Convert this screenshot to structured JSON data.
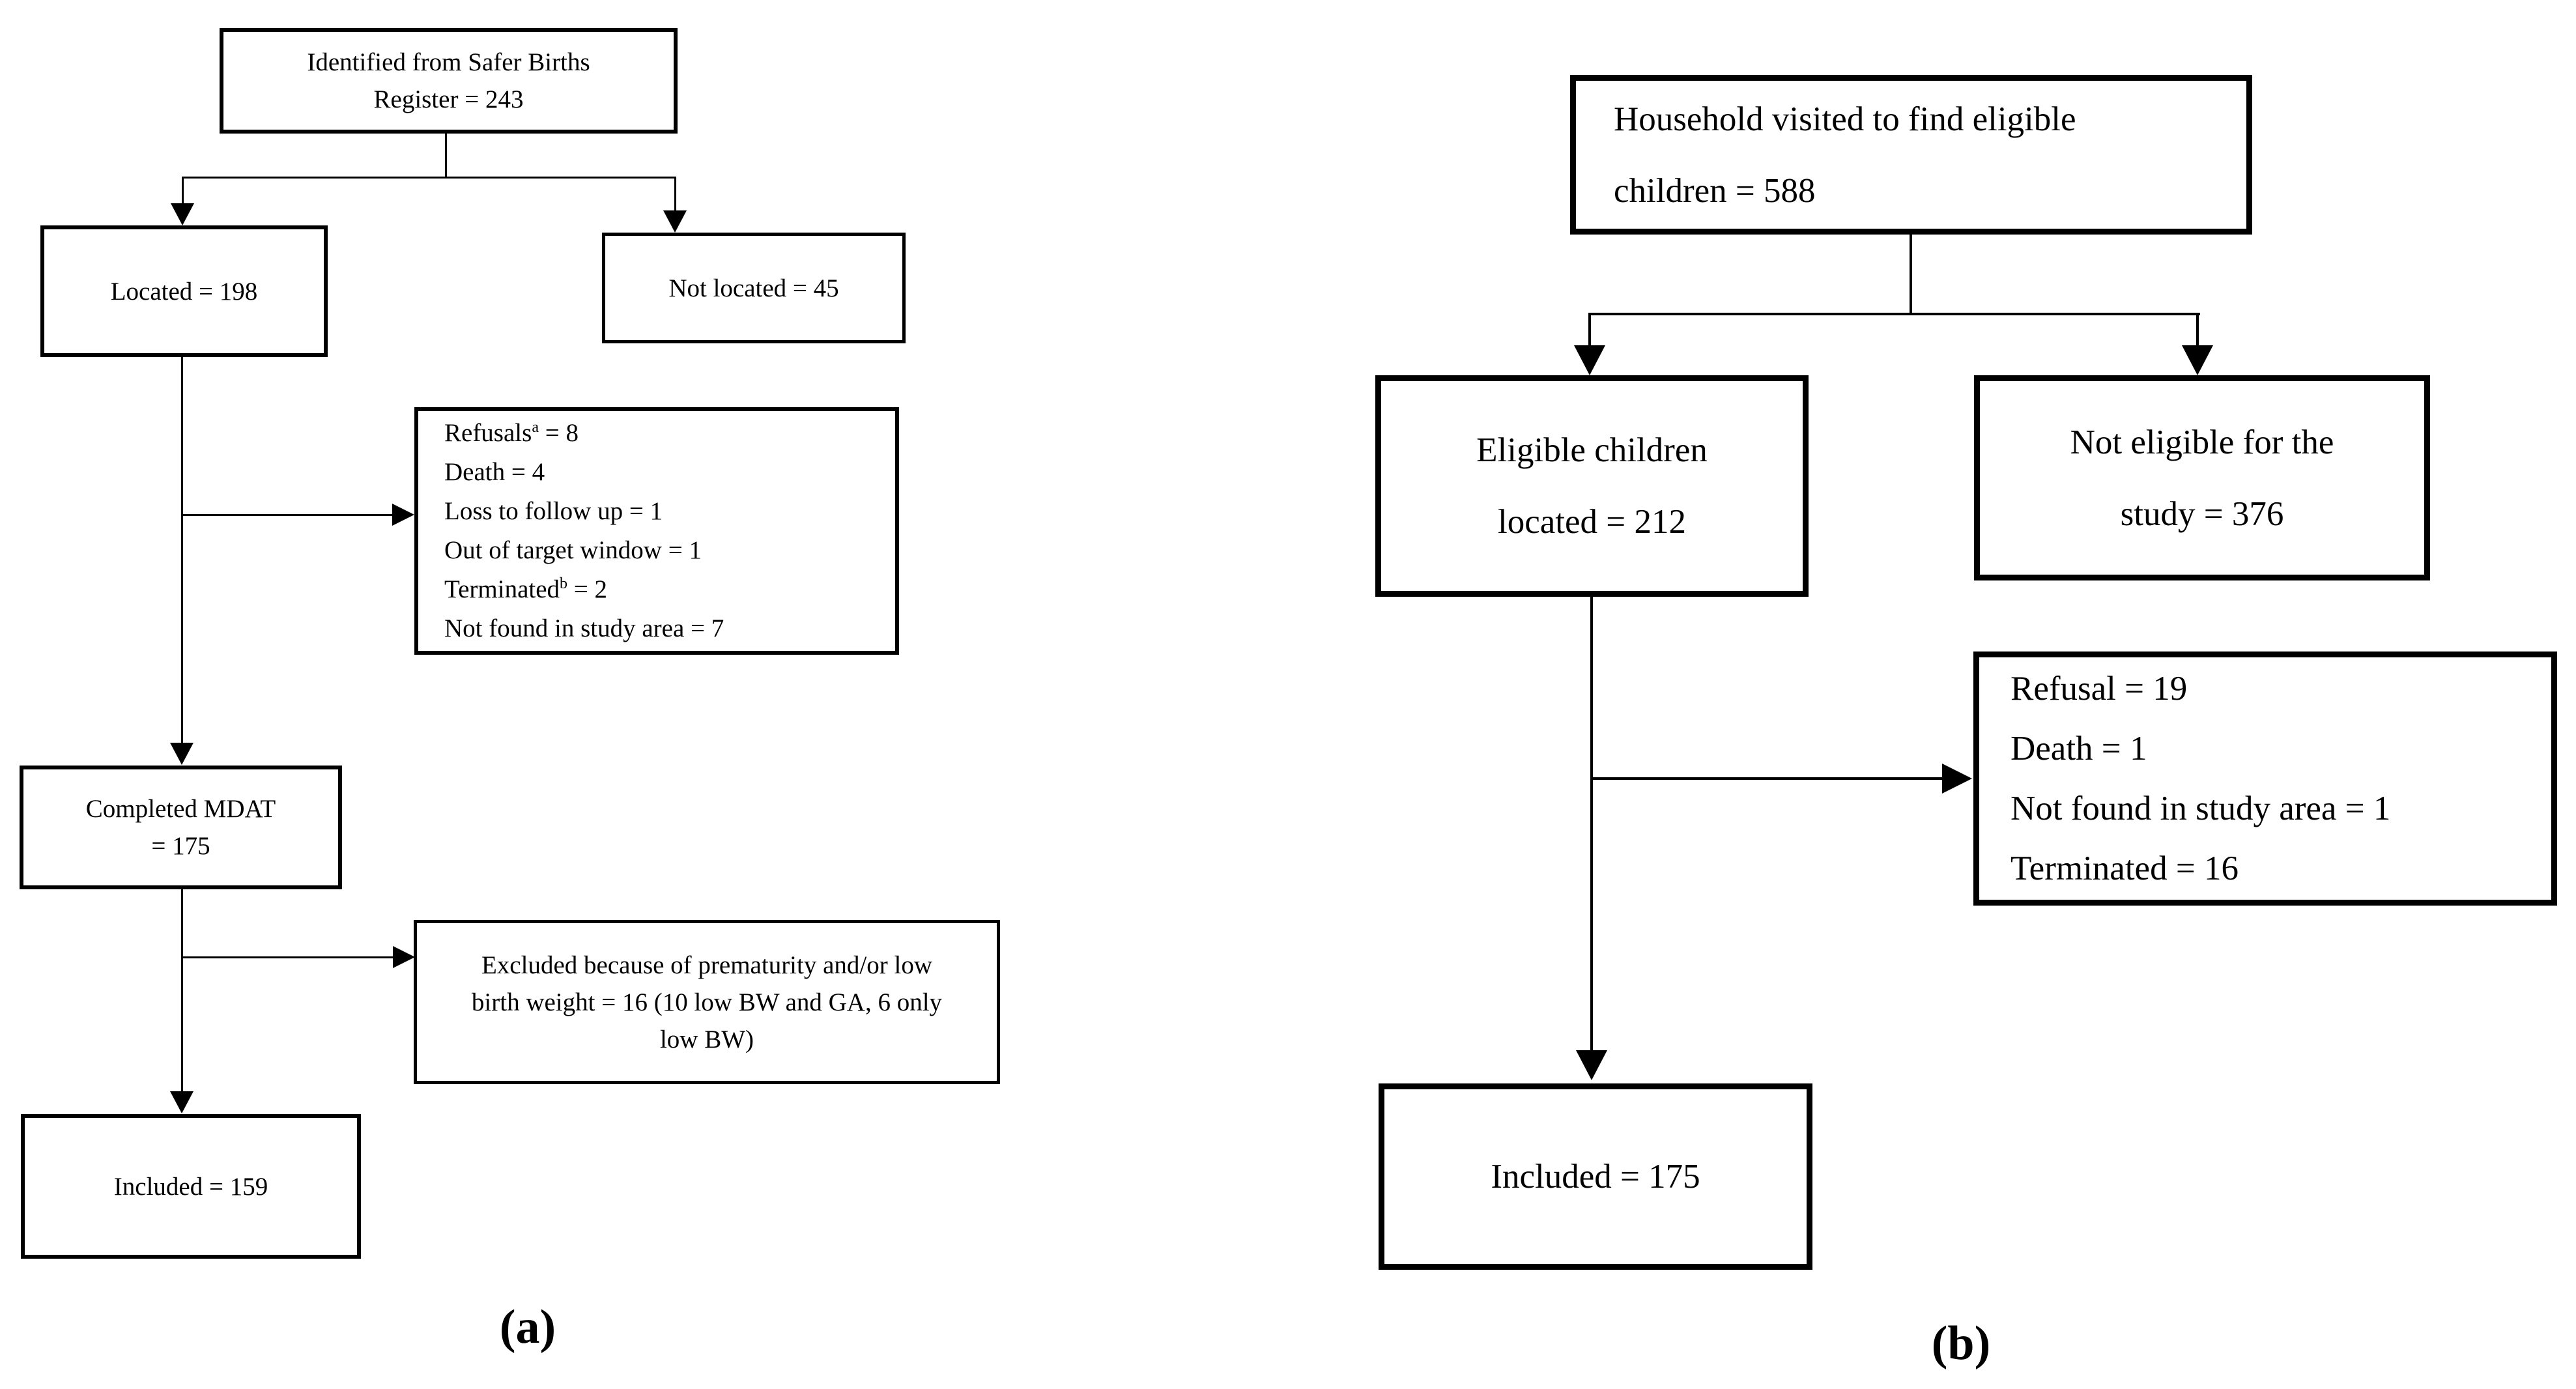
{
  "colors": {
    "background": "#ffffff",
    "line": "#000000",
    "text": "#000000"
  },
  "panel_a": {
    "label": "(a)",
    "identified": [
      "Identified from Safer Births",
      "Register = 243"
    ],
    "located": "Located = 198",
    "not_located": "Not located = 45",
    "exclusions": {
      "refusals": {
        "pre": "Refusals",
        "sup": "a",
        "post": " = 8"
      },
      "death": "Death = 4",
      "loss_follow_up": "Loss to follow up = 1",
      "out_of_window": "Out of target window = 1",
      "terminated": {
        "pre": "Terminated",
        "sup": "b",
        "post": " = 2"
      },
      "not_found": "Not found in study area = 7"
    },
    "completed_mdat": [
      "Completed MDAT",
      "= 175"
    ],
    "excluded": [
      "Excluded because of prematurity and/or low",
      "birth weight = 16 (10 low BW and GA, 6 only",
      "low BW)"
    ],
    "included": "Included = 159"
  },
  "panel_b": {
    "label": "(b)",
    "household": [
      "Household visited to find eligible",
      "children = 588"
    ],
    "eligible": [
      "Eligible children",
      "located = 212"
    ],
    "not_eligible": [
      "Not eligible for the",
      "study = 376"
    ],
    "exclusions": [
      "Refusal = 19",
      "Death = 1",
      "Not found in study area = 1",
      "Terminated = 16"
    ],
    "included": "Included = 175"
  }
}
